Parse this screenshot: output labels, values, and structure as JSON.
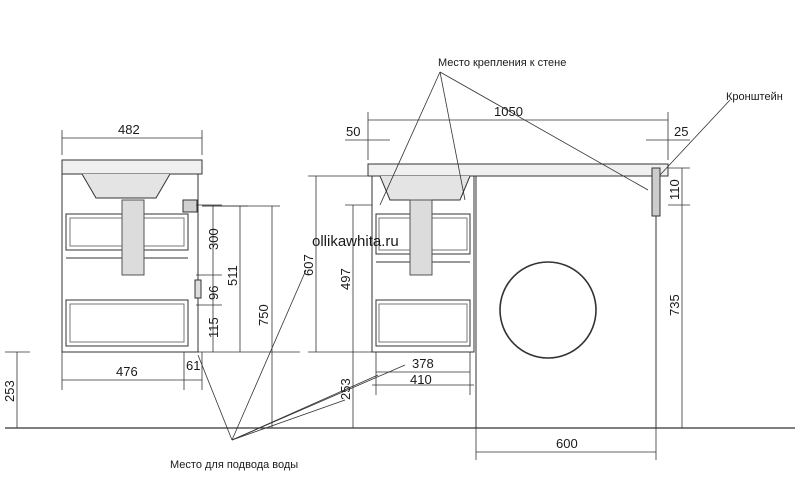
{
  "callouts": {
    "wall_mount": "Место крепления к стене",
    "bracket": "Кронштейн",
    "water_supply": "Место для подвода воды"
  },
  "watermark": "ollikawhita.ru",
  "left_view": {
    "width_top": "482",
    "width_bottom": "476",
    "offset": "61",
    "height_300": "300",
    "height_96": "96",
    "height_115": "115",
    "height_511": "511",
    "height_750": "750",
    "floor_253": "253"
  },
  "right_view": {
    "total_1050": "1050",
    "edge_50": "50",
    "edge_25": "25",
    "bracket_110": "110",
    "height_607": "607",
    "height_497": "497",
    "height_735": "735",
    "floor_253": "253",
    "width_378": "378",
    "width_410": "410",
    "washer_600": "600"
  }
}
